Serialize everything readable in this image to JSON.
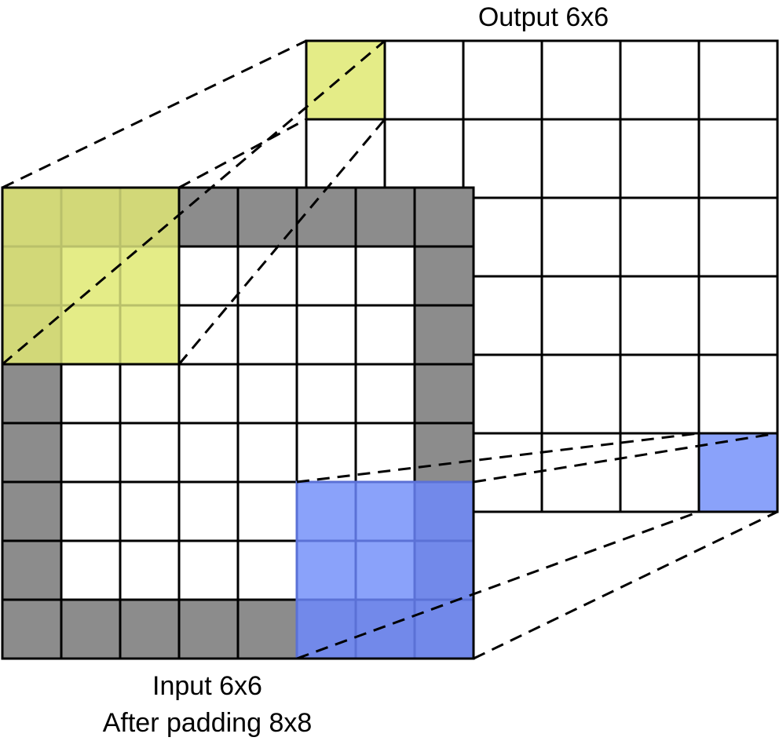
{
  "output_label": "Output 6x6",
  "input_label": "Input 6x6",
  "padding_label": "After padding 8x8",
  "colors": {
    "padding": "#8c8c8c",
    "kernel_top": "#e4ec87",
    "kernel_top_on_padding": "#d2d878",
    "kernel_bottom": "#8aa2fa",
    "kernel_bottom_on_padding": "#7289ea",
    "grid_line": "#000000"
  },
  "output_grid": {
    "rows": 6,
    "cols": 6,
    "highlighted": [
      [
        0,
        0,
        "top"
      ],
      [
        5,
        5,
        "bottom"
      ]
    ]
  },
  "input_grid": {
    "rows": 8,
    "cols": 8,
    "top_kernel": {
      "row": 0,
      "col": 0,
      "size": 3
    },
    "bottom_kernel": {
      "row": 5,
      "col": 5,
      "size": 3
    }
  }
}
